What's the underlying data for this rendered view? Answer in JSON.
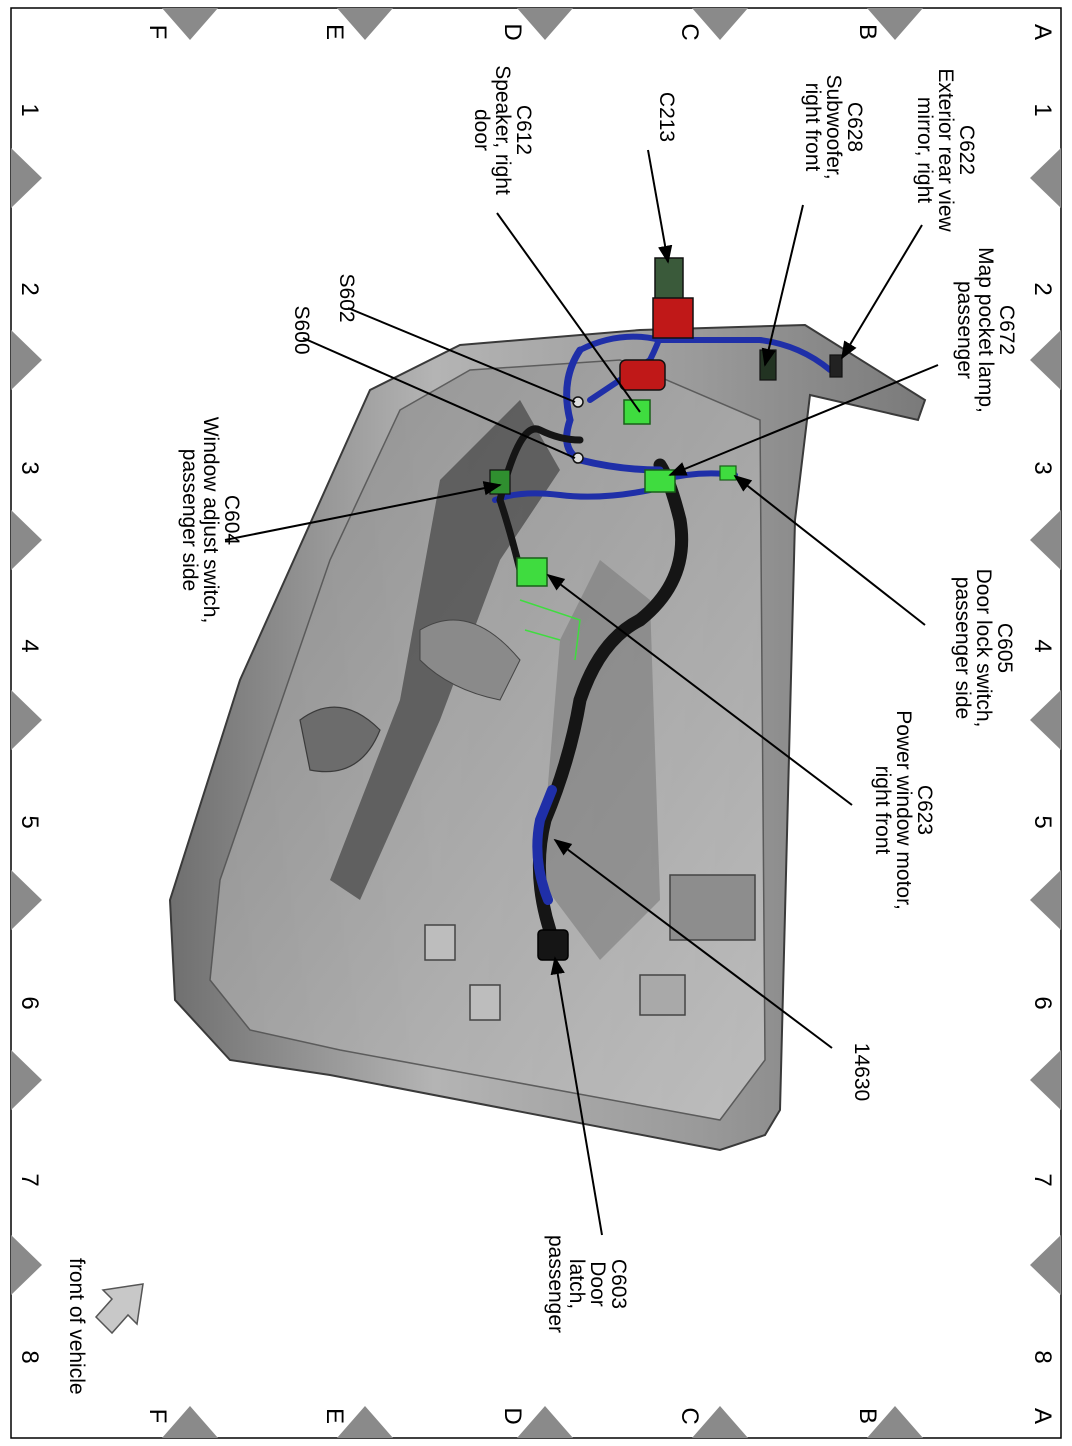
{
  "grid": {
    "rows": [
      "A",
      "B",
      "C",
      "D",
      "E",
      "F"
    ],
    "cols": [
      "1",
      "2",
      "3",
      "4",
      "5",
      "6",
      "7",
      "8"
    ]
  },
  "callouts": {
    "c622": [
      "C622",
      "Exterior rear view",
      "mirror, right"
    ],
    "c628": [
      "C628",
      "Subwoofer,",
      "right front"
    ],
    "c213": [
      "C213"
    ],
    "c612": [
      "C612",
      "Speaker, right",
      "door"
    ],
    "s602": [
      "S602"
    ],
    "s600": [
      "S600"
    ],
    "c672": [
      "C672",
      "Map pocket lamp,",
      "passenger"
    ],
    "c604": [
      "C604",
      "Window adjust switch,",
      "passenger side"
    ],
    "c605": [
      "C605",
      "Door lock switch,",
      "passenger side"
    ],
    "c623": [
      "C623",
      "Power window motor,",
      "right front"
    ],
    "h14630": [
      "14630"
    ],
    "c603": [
      "C603",
      "Door",
      "latch,",
      "passenger"
    ]
  },
  "orientation": {
    "arrow_label": "front of vehicle"
  },
  "colors": {
    "panel": "#9c9c9c",
    "panel_dark": "#5e5e5e",
    "harness_blue": "#1f2fa8",
    "harness_black": "#151515",
    "connector_green": "#3fdc3f",
    "connector_red": "#c01818",
    "border_diamond": "#8a8a8a"
  }
}
